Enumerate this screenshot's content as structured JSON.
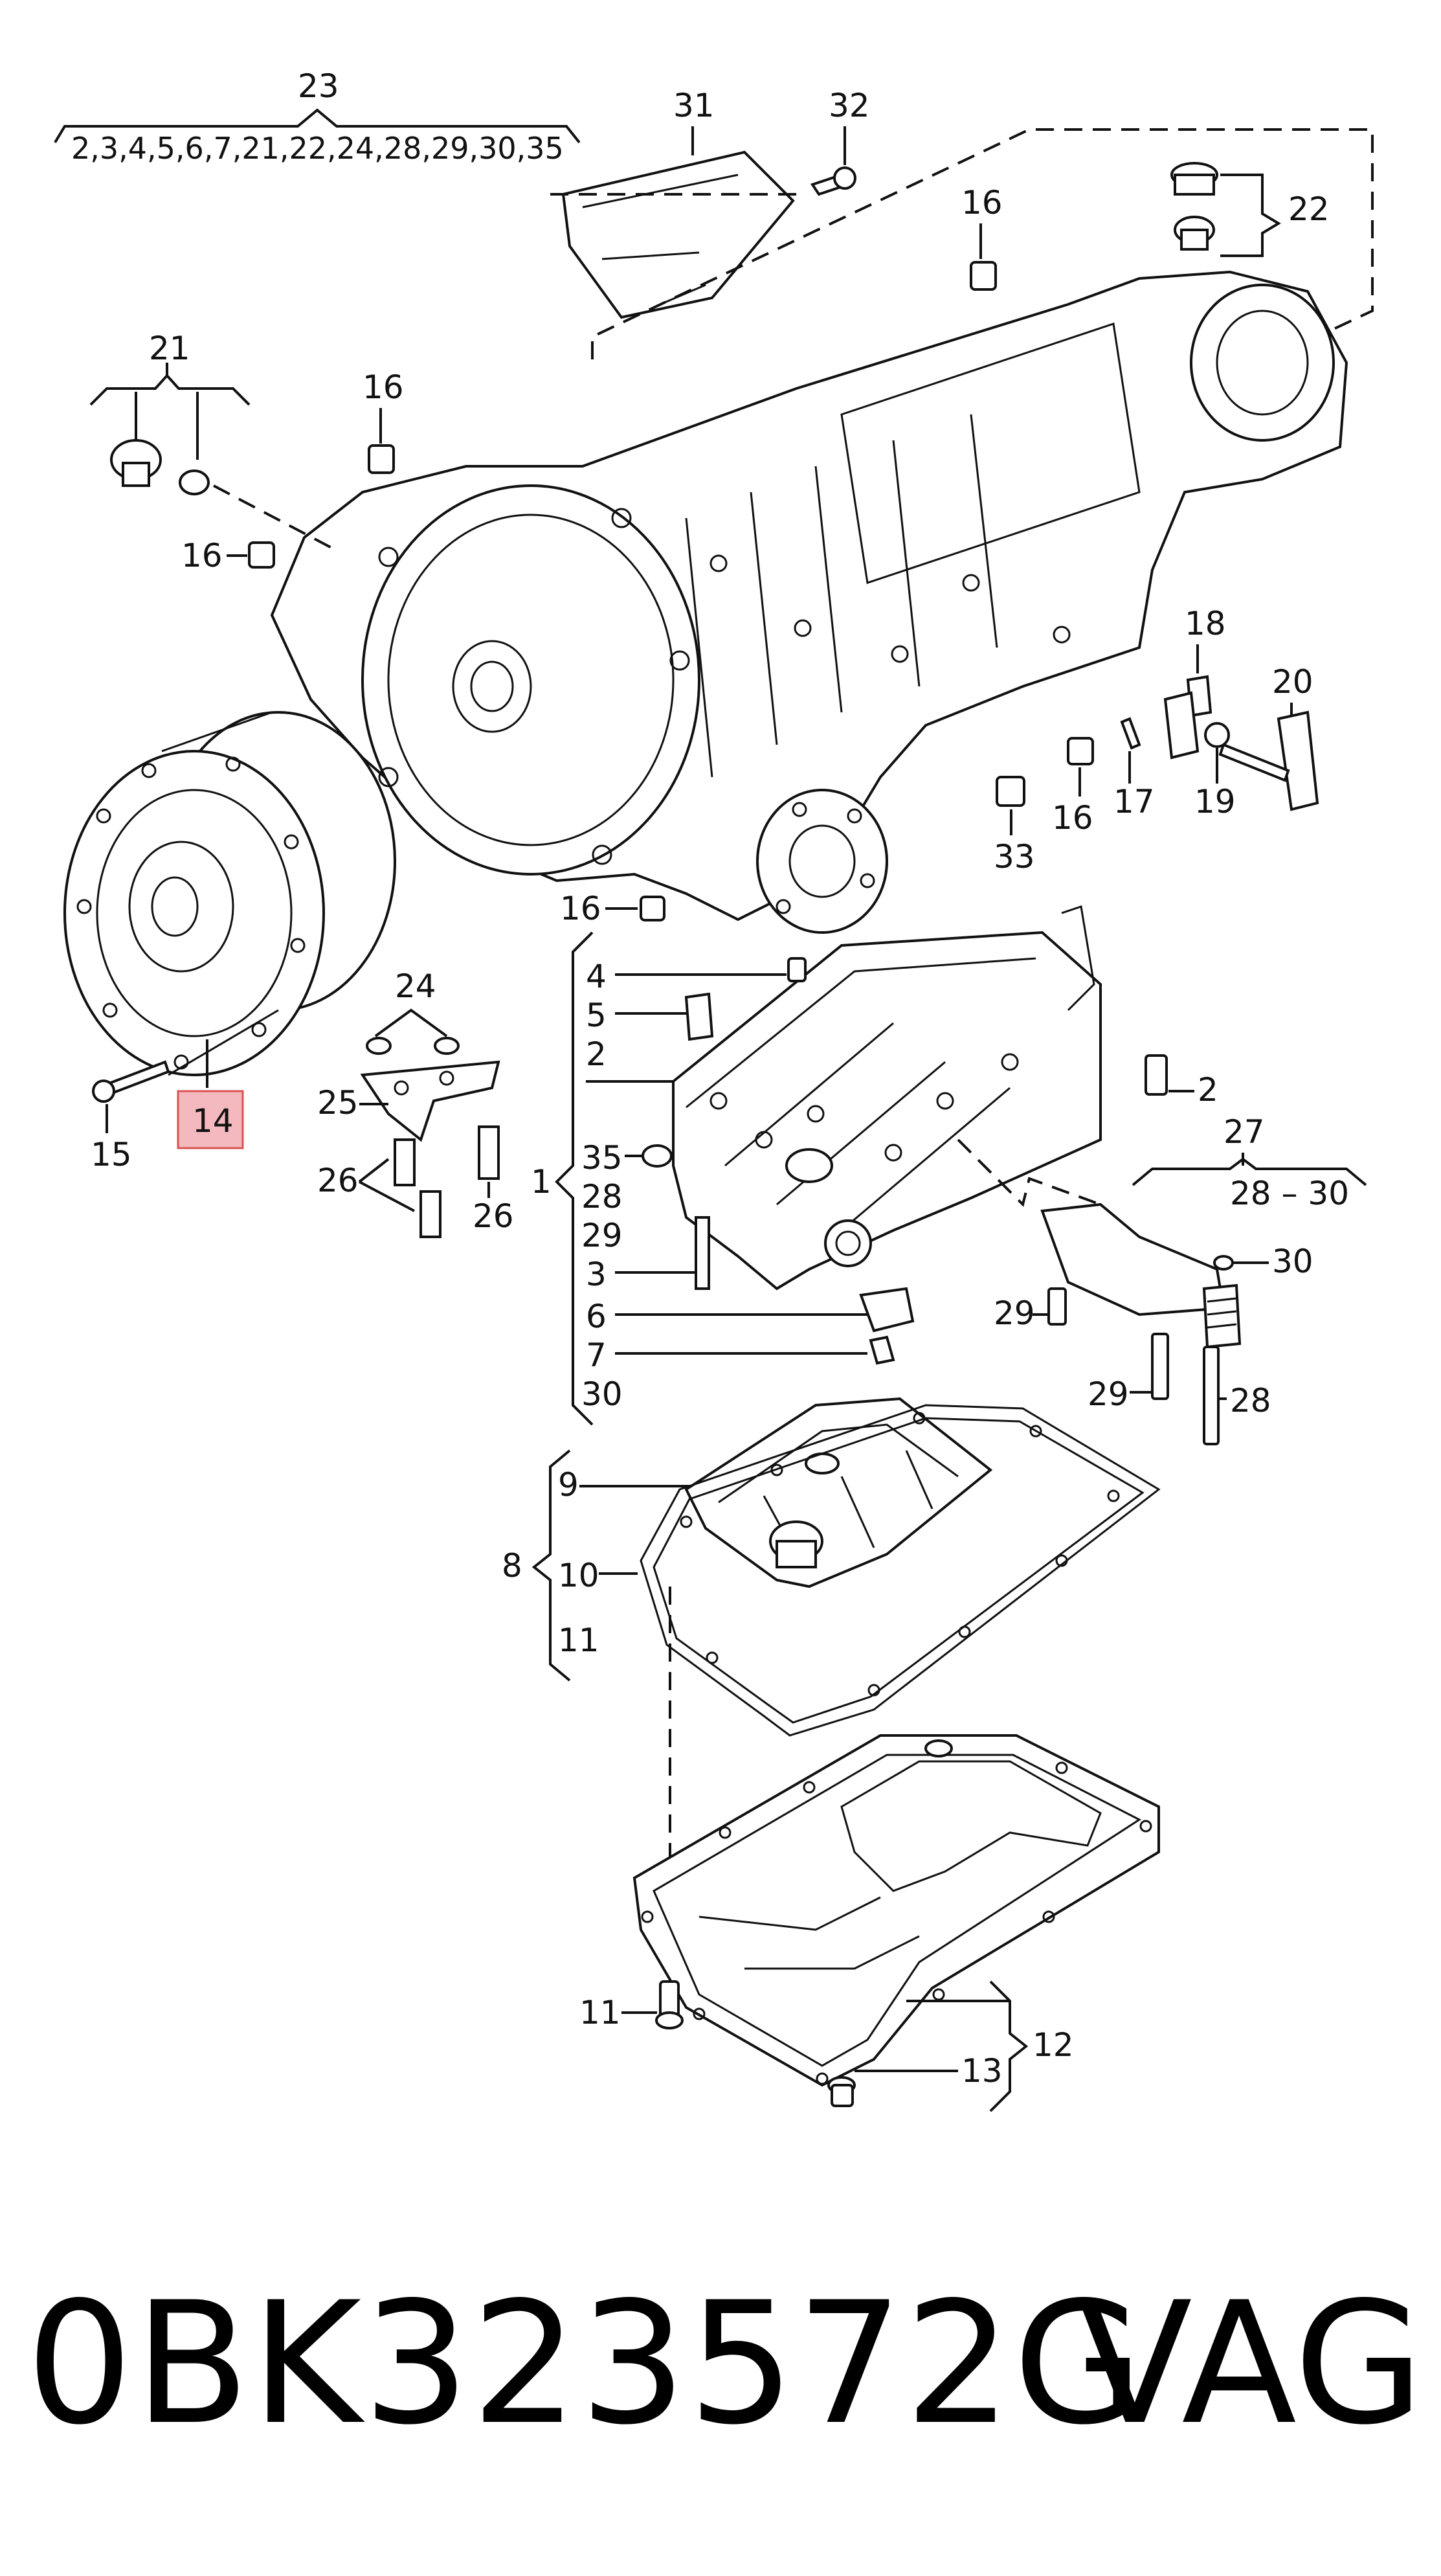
{
  "diagram": {
    "labels": {
      "l23": "23",
      "l23list": "2,3,4,5,6,7,21,22,24,28,29,30,35",
      "l31": "31",
      "l32": "32",
      "l16a": "16",
      "l22": "22",
      "l21": "21",
      "l16b": "16",
      "l16c": "16",
      "l18": "18",
      "l20": "20",
      "l17": "17",
      "l19": "19",
      "l16d": "16",
      "l33": "33",
      "l16e": "16",
      "l24": "24",
      "l25": "25",
      "l26a": "26",
      "l26b": "26",
      "l14": "14",
      "l15": "15",
      "l4": "4",
      "l5": "5",
      "l2a": "2",
      "l1": "1",
      "l35": "35",
      "l28a": "28",
      "l29a": "29",
      "l3": "3",
      "l6": "6",
      "l7": "7",
      "l30a": "30",
      "l2b": "2",
      "l27": "27",
      "l27range": "28 – 30",
      "l30b": "30",
      "l29b": "29",
      "l29c": "29",
      "l28b": "28",
      "l9": "9",
      "l8": "8",
      "l10": "10",
      "l11a": "11",
      "l11b": "11",
      "l12": "12",
      "l13": "13"
    },
    "highlight_color": "#f4b8bf",
    "highlight_stroke": "#d9534f"
  },
  "footer": {
    "part_number": "0BK323572G",
    "brand": "VAG"
  }
}
